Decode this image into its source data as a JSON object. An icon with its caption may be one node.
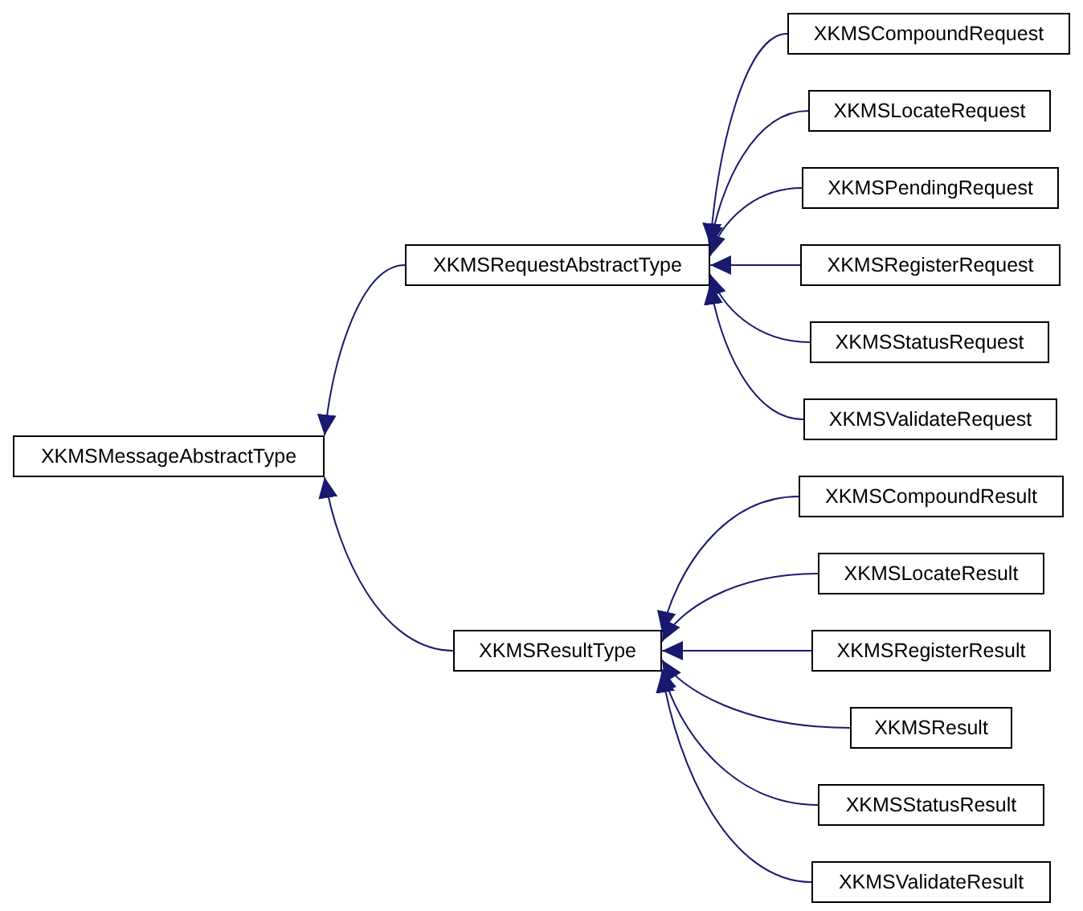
{
  "diagram": {
    "nodes": [
      {
        "text": [
          "XKMSMessageAbstractType"
        ]
      },
      {
        "text": [
          "XKMSRequestAbstractType"
        ]
      },
      {
        "text": [
          "XKMSCompoundRequest"
        ]
      },
      {
        "text": [
          "XKMSLocateRequest"
        ]
      },
      {
        "text": [
          "XKMSPendingRequest"
        ]
      },
      {
        "text": [
          "XKMSRegisterRequest"
        ]
      },
      {
        "text": [
          "XKMSStatusRequest"
        ]
      },
      {
        "text": [
          "XKMSValidateRequest"
        ]
      },
      {
        "text": [
          "XKMSResultType"
        ]
      },
      {
        "text": [
          "XKMSCompoundResult"
        ]
      },
      {
        "text": [
          "XKMSLocateResult"
        ]
      },
      {
        "text": [
          "XKMSRegisterResult"
        ]
      },
      {
        "text": [
          "XKMSResult"
        ]
      },
      {
        "text": [
          "XKMSStatusResult"
        ]
      },
      {
        "text": [
          "XKMSValidateResult"
        ]
      }
    ],
    "edges": [
      {
        "from": 1,
        "to": 0,
        "arrow": "to"
      },
      {
        "from": 2,
        "to": 1,
        "arrow": "to"
      },
      {
        "from": 3,
        "to": 1,
        "arrow": "to"
      },
      {
        "from": 4,
        "to": 1,
        "arrow": "to"
      },
      {
        "from": 5,
        "to": 1,
        "arrow": "to"
      },
      {
        "from": 6,
        "to": 1,
        "arrow": "to"
      },
      {
        "from": 7,
        "to": 1,
        "arrow": "to"
      },
      {
        "from": 8,
        "to": 0,
        "arrow": "to"
      },
      {
        "from": 9,
        "to": 8,
        "arrow": "to"
      },
      {
        "from": 10,
        "to": 8,
        "arrow": "to"
      },
      {
        "from": 11,
        "to": 8,
        "arrow": "to"
      },
      {
        "from": 12,
        "to": 8,
        "arrow": "to"
      },
      {
        "from": 13,
        "to": 8,
        "arrow": "to"
      },
      {
        "from": 14,
        "to": 8,
        "arrow": "to"
      }
    ]
  }
}
